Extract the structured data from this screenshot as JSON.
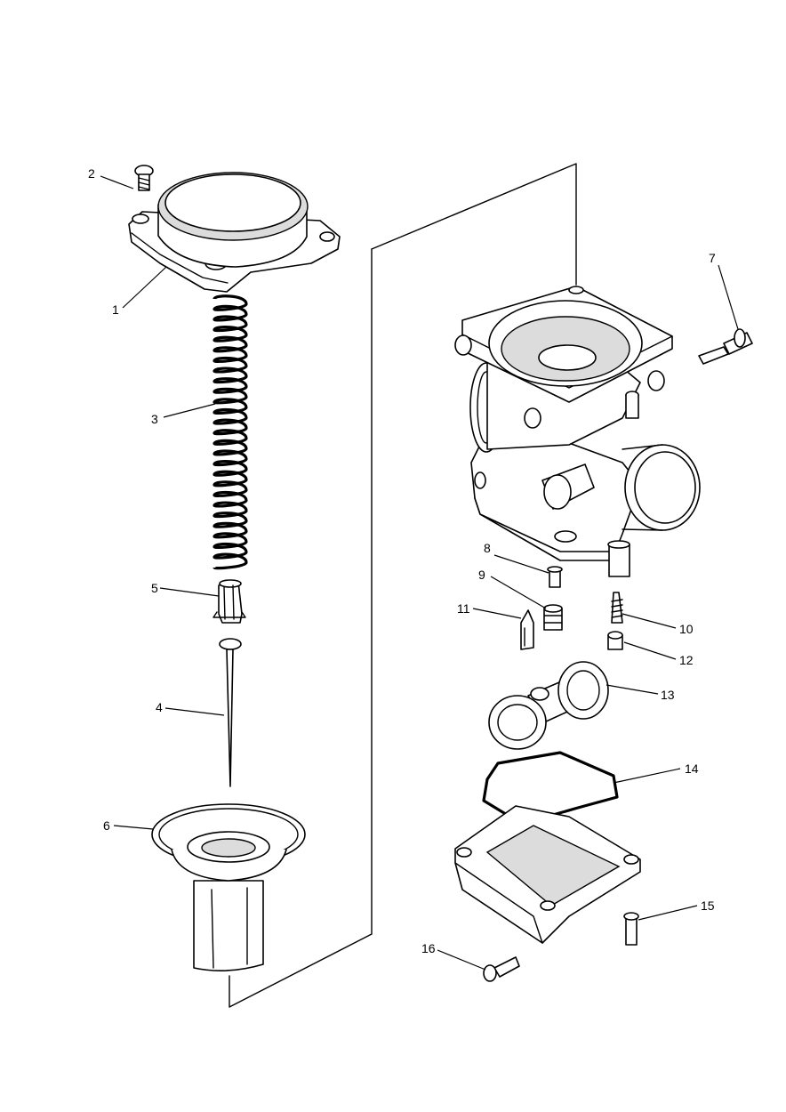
{
  "diagram": {
    "type": "exploded-parts-diagram",
    "callouts": [
      {
        "id": "1",
        "label": "1",
        "part": "top-cover"
      },
      {
        "id": "2",
        "label": "2",
        "part": "cover-screw"
      },
      {
        "id": "3",
        "label": "3",
        "part": "spring"
      },
      {
        "id": "4",
        "label": "4",
        "part": "jet-needle"
      },
      {
        "id": "5",
        "label": "5",
        "part": "needle-holder"
      },
      {
        "id": "6",
        "label": "6",
        "part": "diaphragm-piston"
      },
      {
        "id": "7",
        "label": "7",
        "part": "adjuster-screw"
      },
      {
        "id": "8",
        "label": "8",
        "part": "jet-small"
      },
      {
        "id": "9",
        "label": "9",
        "part": "needle-seat"
      },
      {
        "id": "10",
        "label": "10",
        "part": "pilot-screw"
      },
      {
        "id": "11",
        "label": "11",
        "part": "float-needle"
      },
      {
        "id": "12",
        "label": "12",
        "part": "spacer"
      },
      {
        "id": "13",
        "label": "13",
        "part": "float"
      },
      {
        "id": "14",
        "label": "14",
        "part": "bowl-gasket"
      },
      {
        "id": "15",
        "label": "15",
        "part": "bowl-screw-right"
      },
      {
        "id": "16",
        "label": "16",
        "part": "bowl-screw-left"
      }
    ]
  }
}
